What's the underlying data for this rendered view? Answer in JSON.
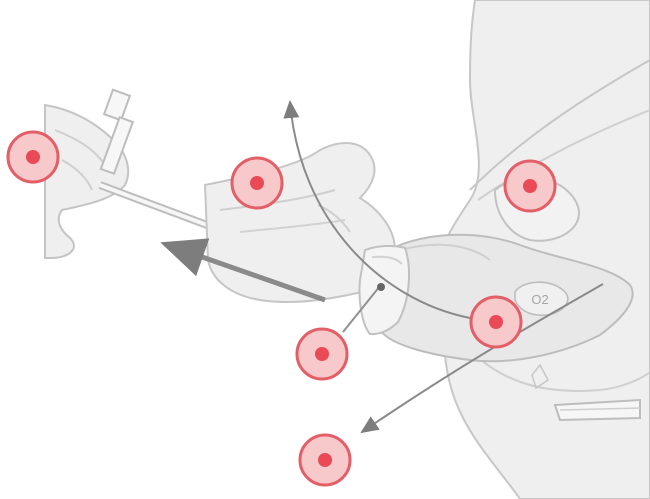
{
  "diagram": {
    "illustration_label": "O2",
    "colors": {
      "background": "#ffffff",
      "skin_fill": "#efefef",
      "outline": "#bdbdbd",
      "arrow": "#7d7d7d",
      "hotspot_fill": "#f8c9cb",
      "hotspot_ring": "#e35e66",
      "hotspot_dot": "#e94a55"
    },
    "hotspots": [
      {
        "name": "hotspot-syringe-hand"
      },
      {
        "name": "hotspot-hand-on-chin"
      },
      {
        "name": "hotspot-zygomatic-area"
      },
      {
        "name": "hotspot-nasal-mask"
      },
      {
        "name": "hotspot-chin-needle-entry"
      },
      {
        "name": "hotspot-lower-arrow"
      }
    ]
  }
}
